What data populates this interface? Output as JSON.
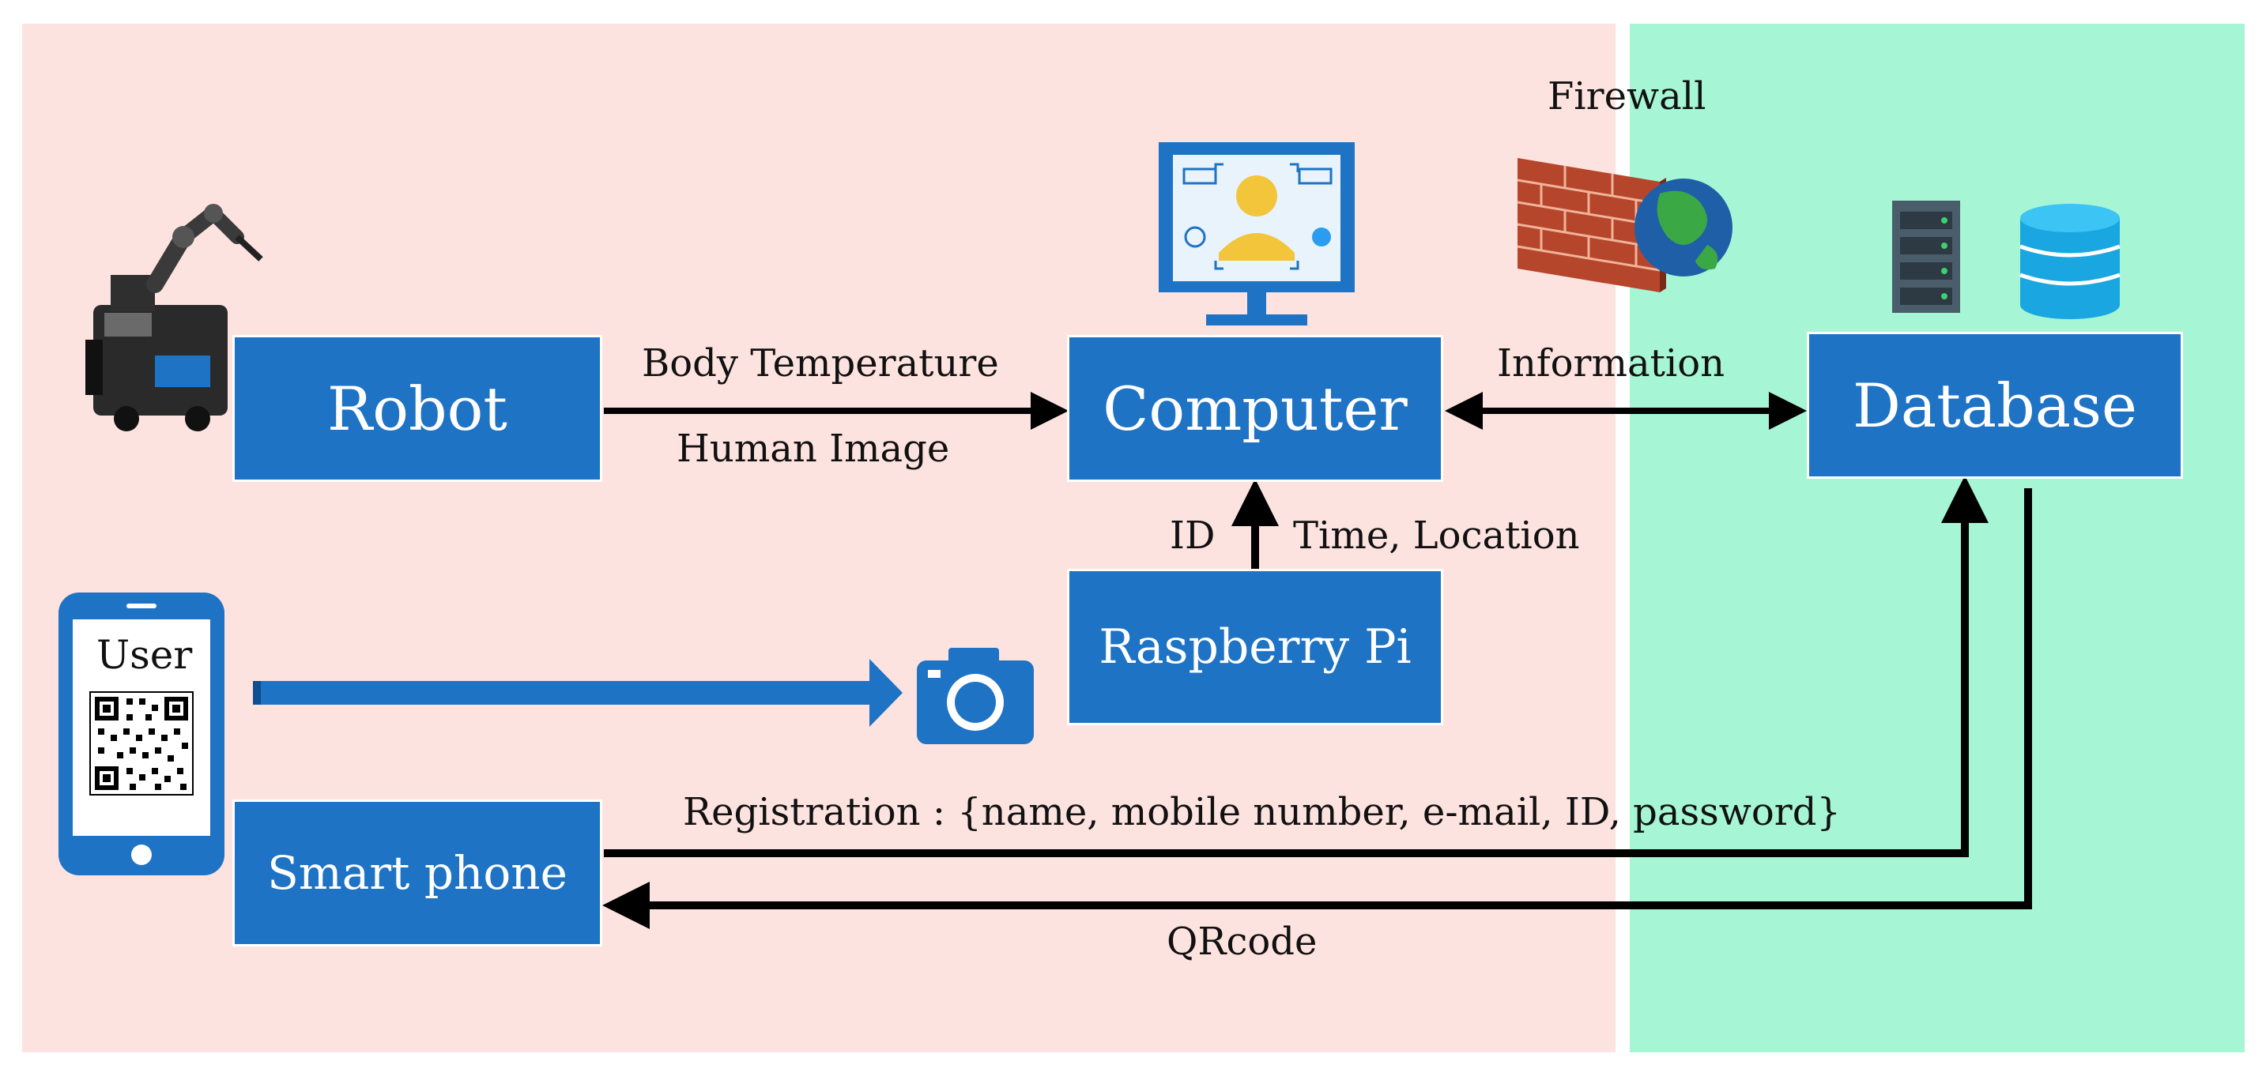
{
  "zones": {
    "local_color": "#fde3e0",
    "secure_color": "#a6f5d5"
  },
  "nodes": {
    "robot": "Robot",
    "computer": "Computer",
    "database": "Database",
    "raspberry_pi": "Raspberry Pi",
    "smart_phone": "Smart phone"
  },
  "labels": {
    "firewall": "Firewall",
    "body_temperature": "Body Temperature",
    "human_image": "Human Image",
    "information": "Information",
    "id": "ID",
    "time_location": "Time, Location",
    "registration": "Registration : {name, mobile number, e-mail, ID, password}",
    "qrcode": "QRcode",
    "user": "User"
  },
  "icons": {
    "robot": "robot-arm-icon",
    "monitor": "face-recognition-monitor-icon",
    "firewall": "brick-firewall-icon",
    "globe": "globe-icon",
    "server": "server-rack-icon",
    "database": "database-cylinder-icon",
    "phone": "smartphone-icon",
    "qr": "qr-code-icon",
    "camera": "camera-icon"
  },
  "colors": {
    "node_fill": "#1e73c4",
    "arrow": "#000000",
    "scan_arrow": "#1e73c4"
  }
}
